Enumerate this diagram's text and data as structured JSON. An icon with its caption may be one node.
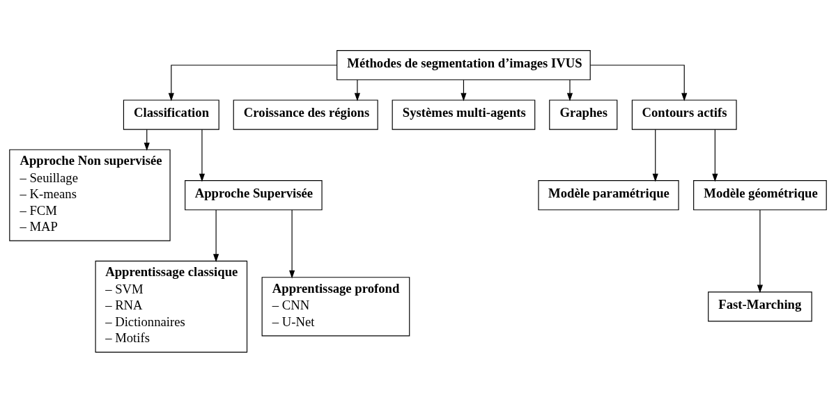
{
  "diagram": {
    "nodes": [
      {
        "text": [
          "Méthodes de segmentation d’images IVUS"
        ]
      },
      {
        "text": [
          "Classification"
        ]
      },
      {
        "text": [
          "Croissance des régions"
        ]
      },
      {
        "text": [
          "Systèmes multi-agents"
        ]
      },
      {
        "text": [
          "Graphes"
        ]
      },
      {
        "text": [
          "Contours actifs"
        ]
      },
      {
        "text": [
          "Approche Non supervisée",
          "– Seuillage",
          "– K-means",
          "– FCM",
          "– MAP"
        ]
      },
      {
        "text": [
          "Approche Supervisée"
        ]
      },
      {
        "text": [
          "Apprentissage classique",
          "– SVM",
          "– RNA",
          "– Dictionnaires",
          "– Motifs"
        ]
      },
      {
        "text": [
          "Apprentissage profond",
          "– CNN",
          "– U-Net"
        ]
      },
      {
        "text": [
          "Modèle paramétrique"
        ]
      },
      {
        "text": [
          "Modèle géométrique"
        ]
      },
      {
        "text": [
          "Fast-Marching"
        ]
      }
    ],
    "edges": [
      {
        "from": 0,
        "to": 1,
        "arrow": "to"
      },
      {
        "from": 0,
        "to": 2,
        "arrow": "to"
      },
      {
        "from": 0,
        "to": 3,
        "arrow": "to"
      },
      {
        "from": 0,
        "to": 4,
        "arrow": "to"
      },
      {
        "from": 0,
        "to": 5,
        "arrow": "to"
      },
      {
        "from": 1,
        "to": 6,
        "arrow": "to"
      },
      {
        "from": 1,
        "to": 7,
        "arrow": "to"
      },
      {
        "from": 7,
        "to": 8,
        "arrow": "to"
      },
      {
        "from": 7,
        "to": 9,
        "arrow": "to"
      },
      {
        "from": 5,
        "to": 10,
        "arrow": "to"
      },
      {
        "from": 5,
        "to": 11,
        "arrow": "to"
      },
      {
        "from": 11,
        "to": 12,
        "arrow": "to"
      }
    ]
  }
}
